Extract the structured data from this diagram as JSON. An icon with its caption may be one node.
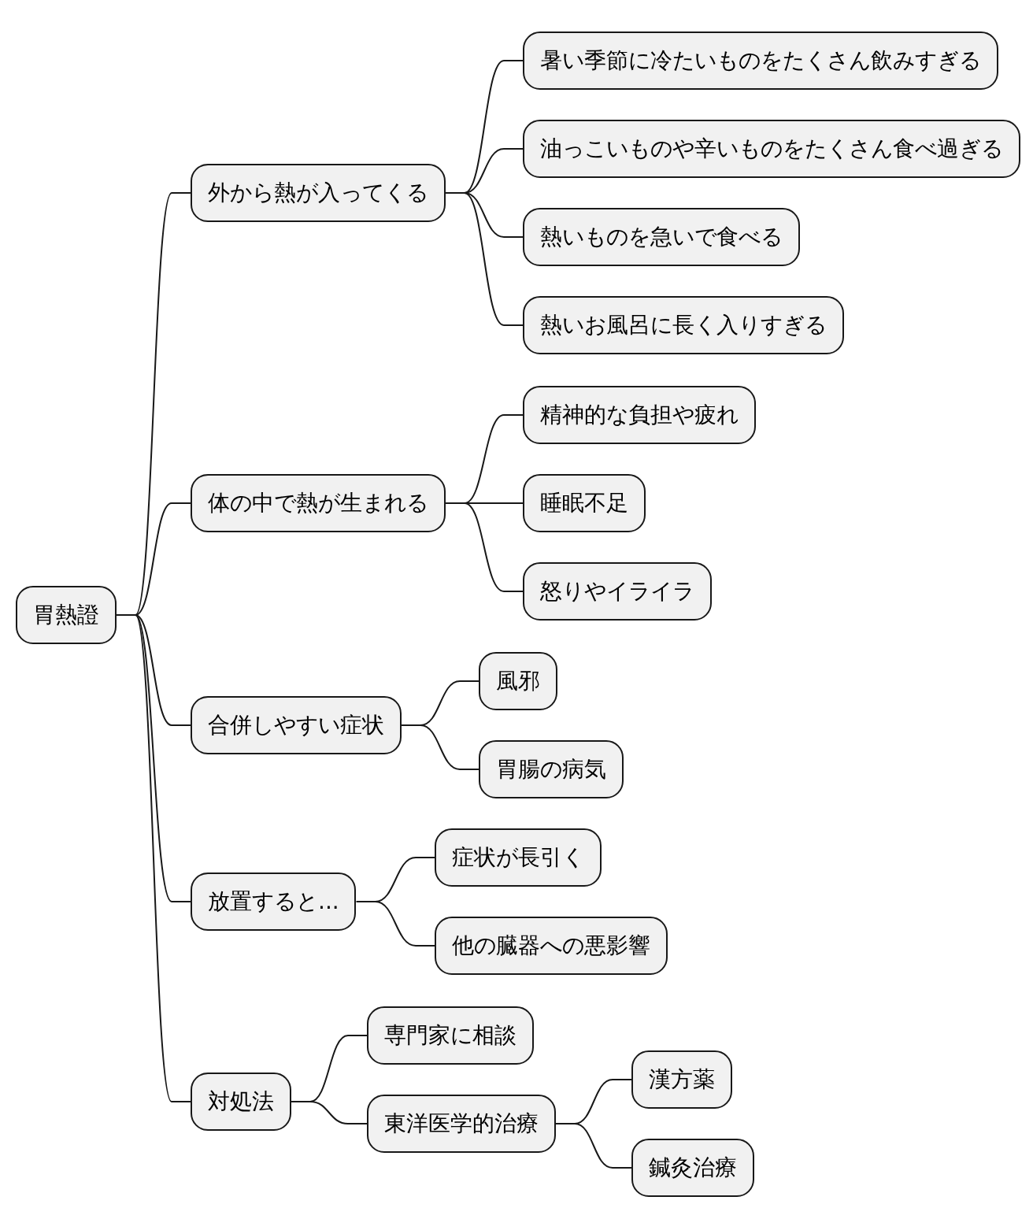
{
  "diagram": {
    "nodes": [
      {
        "text": [
          "胃熱證"
        ]
      },
      {
        "text": [
          "外から熱が入ってくる"
        ]
      },
      {
        "text": [
          "暑い季節に冷たいものをたくさん飲みすぎる"
        ]
      },
      {
        "text": [
          "油っこいものや辛いものをたくさん食べ過ぎる"
        ]
      },
      {
        "text": [
          "熱いものを急いで食べる"
        ]
      },
      {
        "text": [
          "熱いお風呂に長く入りすぎる"
        ]
      },
      {
        "text": [
          "体の中で熱が生まれる"
        ]
      },
      {
        "text": [
          "精神的な負担や疲れ"
        ]
      },
      {
        "text": [
          "睡眠不足"
        ]
      },
      {
        "text": [
          "怒りやイライラ"
        ]
      },
      {
        "text": [
          "合併しやすい症状"
        ]
      },
      {
        "text": [
          "風邪"
        ]
      },
      {
        "text": [
          "胃腸の病気"
        ]
      },
      {
        "text": [
          "放置すると..."
        ]
      },
      {
        "text": [
          "症状が長引く"
        ]
      },
      {
        "text": [
          "他の臓器への悪影響"
        ]
      },
      {
        "text": [
          "対処法"
        ]
      },
      {
        "text": [
          "専門家に相談"
        ]
      },
      {
        "text": [
          "東洋医学的治療"
        ]
      },
      {
        "text": [
          "漢方薬"
        ]
      },
      {
        "text": [
          "鍼灸治療"
        ]
      }
    ],
    "edges": [
      {
        "from": 0,
        "to": 1,
        "arrow": "none"
      },
      {
        "from": 1,
        "to": 2,
        "arrow": "none"
      },
      {
        "from": 1,
        "to": 3,
        "arrow": "none"
      },
      {
        "from": 1,
        "to": 4,
        "arrow": "none"
      },
      {
        "from": 1,
        "to": 5,
        "arrow": "none"
      },
      {
        "from": 0,
        "to": 6,
        "arrow": "none"
      },
      {
        "from": 6,
        "to": 7,
        "arrow": "none"
      },
      {
        "from": 6,
        "to": 8,
        "arrow": "none"
      },
      {
        "from": 6,
        "to": 9,
        "arrow": "none"
      },
      {
        "from": 0,
        "to": 10,
        "arrow": "none"
      },
      {
        "from": 10,
        "to": 11,
        "arrow": "none"
      },
      {
        "from": 10,
        "to": 12,
        "arrow": "none"
      },
      {
        "from": 0,
        "to": 13,
        "arrow": "none"
      },
      {
        "from": 13,
        "to": 14,
        "arrow": "none"
      },
      {
        "from": 13,
        "to": 15,
        "arrow": "none"
      },
      {
        "from": 0,
        "to": 16,
        "arrow": "none"
      },
      {
        "from": 16,
        "to": 17,
        "arrow": "none"
      },
      {
        "from": 16,
        "to": 18,
        "arrow": "none"
      },
      {
        "from": 18,
        "to": 19,
        "arrow": "none"
      },
      {
        "from": 18,
        "to": 20,
        "arrow": "none"
      }
    ]
  }
}
